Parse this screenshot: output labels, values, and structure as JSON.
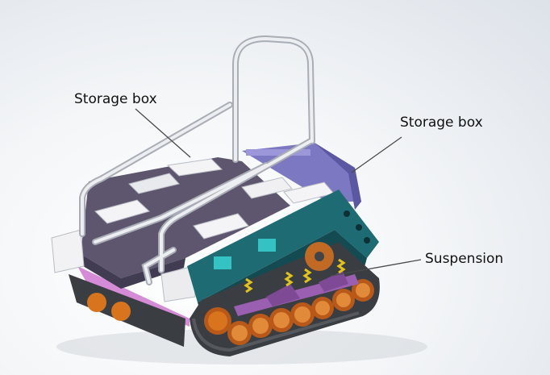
{
  "labels": {
    "storage_box_left": "Storage box",
    "storage_box_right": "Storage box",
    "suspension": "Suspension"
  },
  "colors": {
    "frame_teal": "#1f6b73",
    "frame_teal_dark": "#144b52",
    "storage_purple": "#6f6aa6",
    "wheel_orange": "#d9741e",
    "track_dark": "#3a3e42",
    "spring_yellow": "#e2c21b",
    "lower_panel_magenta": "#d58bd6",
    "rail_light": "#d9dce2",
    "bed_purple": "#5e566e"
  }
}
